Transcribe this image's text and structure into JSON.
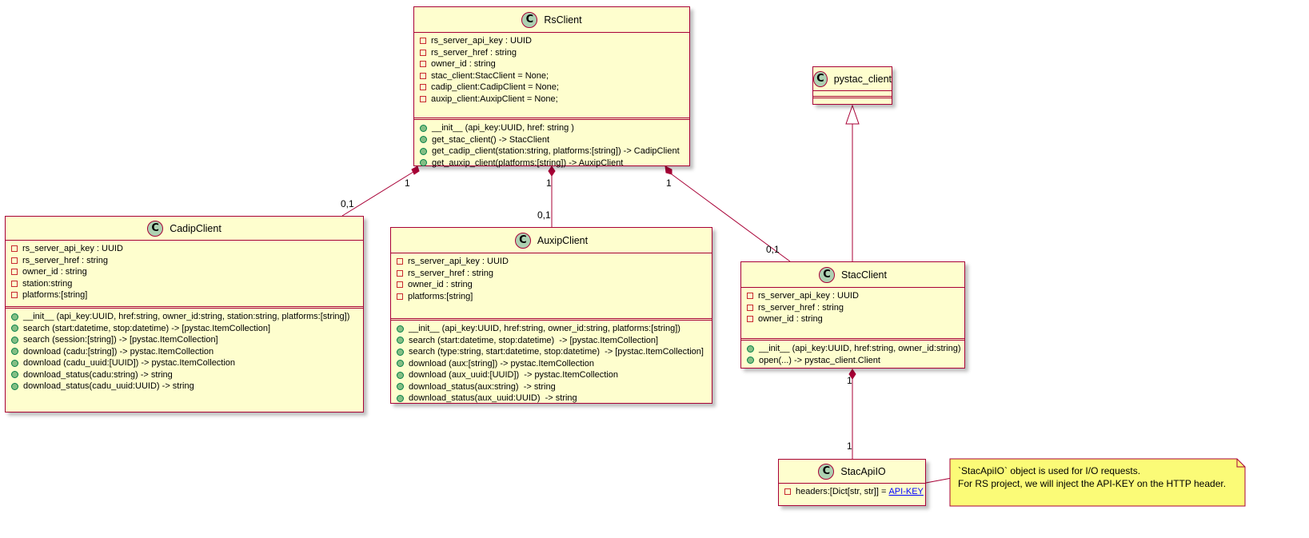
{
  "colors": {
    "border": "#a80036",
    "fill": "#fefece",
    "class_icon": "#add1b2",
    "note_fill": "#fbfb77",
    "link": "#0000ff"
  },
  "classes": [
    {
      "id": "rsclient",
      "name": "RsClient",
      "icon": "C",
      "attributes": [
        "rs_server_api_key : UUID",
        "rs_server_href : string",
        "owner_id : string",
        "stac_client:StacClient = None;",
        "cadip_client:CadipClient = None;",
        "auxip_client:AuxipClient = None;"
      ],
      "methods": [
        "__init__ (api_key:UUID, href: string )",
        "get_stac_client() -> StacClient",
        "get_cadip_client(station:string, platforms:[string]) -> CadipClient",
        "get_auxip_client(platforms:[string]) -> AuxipClient"
      ]
    },
    {
      "id": "cadip",
      "name": "CadipClient",
      "icon": "C",
      "attributes": [
        "rs_server_api_key : UUID",
        "rs_server_href : string",
        "owner_id : string",
        "station:string",
        "platforms:[string]"
      ],
      "methods": [
        "__init__ (api_key:UUID, href:string, owner_id:string, station:string, platforms:[string])",
        "search (start:datetime, stop:datetime) -> [pystac.ItemCollection]",
        "search (session:[string]) -> [pystac.ItemCollection]",
        "download (cadu:[string]) -> pystac.ItemCollection",
        "download (cadu_uuid:[UUID]) -> pystac.ItemCollection",
        "download_status(cadu:string) -> string",
        "download_status(cadu_uuid:UUID) -> string"
      ]
    },
    {
      "id": "auxip",
      "name": "AuxipClient",
      "icon": "C",
      "attributes": [
        "rs_server_api_key : UUID",
        "rs_server_href : string",
        "owner_id : string",
        "platforms:[string]"
      ],
      "methods": [
        "__init__ (api_key:UUID, href:string, owner_id:string, platforms:[string])",
        "search (start:datetime, stop:datetime)  -> [pystac.ItemCollection]",
        "search (type:string, start:datetime, stop:datetime)  -> [pystac.ItemCollection]",
        "download (aux:[string]) -> pystac.ItemCollection",
        "download (aux_uuid:[UUID])  -> pystac.ItemCollection",
        "download_status(aux:string)  -> string",
        "download_status(aux_uuid:UUID)  -> string"
      ]
    },
    {
      "id": "stac",
      "name": "StacClient",
      "icon": "C",
      "attributes": [
        "rs_server_api_key : UUID",
        "rs_server_href : string",
        "owner_id : string"
      ],
      "methods": [
        "__init__ (api_key:UUID, href:string, owner_id:string)",
        "open(...) -> pystac_client.Client"
      ]
    },
    {
      "id": "pystac",
      "name": "pystac_client",
      "icon": "C",
      "attributes": [],
      "methods": []
    },
    {
      "id": "stacapiio",
      "name": "StacApiIO",
      "icon": "C",
      "attributes": [
        {
          "text": "headers:[Dict[str, str]] = ",
          "link": "API-KEY"
        }
      ],
      "methods": []
    }
  ],
  "relations": [
    {
      "from": "rsclient",
      "to": "cadip",
      "type": "composition",
      "from_mult": "1",
      "to_mult": "0,1"
    },
    {
      "from": "rsclient",
      "to": "auxip",
      "type": "composition",
      "from_mult": "1",
      "to_mult": "0,1"
    },
    {
      "from": "rsclient",
      "to": "stac",
      "type": "composition",
      "from_mult": "1",
      "to_mult": "0,1"
    },
    {
      "from": "stac",
      "to": "pystac",
      "type": "inheritance"
    },
    {
      "from": "stac",
      "to": "stacapiio",
      "type": "composition",
      "from_mult": "1",
      "to_mult": "1"
    }
  ],
  "note": {
    "attached_to": "stacapiio",
    "lines": [
      "`StacApiIO` object is used for I/O requests.",
      "For RS project, we will inject the API-KEY on the HTTP header."
    ]
  }
}
